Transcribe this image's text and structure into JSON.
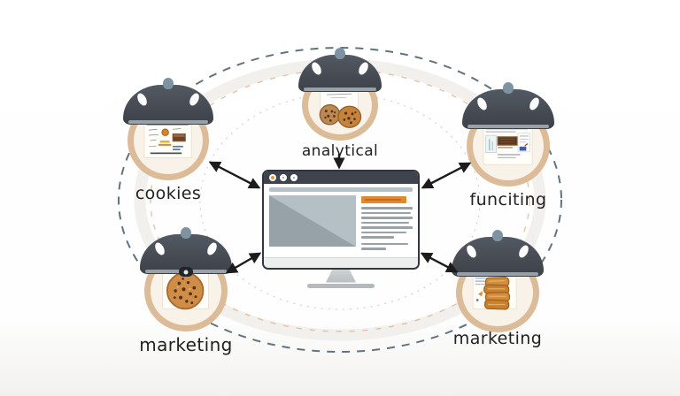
{
  "diagram": {
    "type": "hub-and-spoke cookie illustration",
    "center": {
      "name": "desktop-monitor-with-browser-page"
    },
    "nodes": [
      {
        "position": "top",
        "label": "analytical",
        "icon": "two-cookies-document"
      },
      {
        "position": "left",
        "label": "cookies",
        "icon": "cookie-infographic-document"
      },
      {
        "position": "right",
        "label": "funciting",
        "icon": "chocolate-bar-document"
      },
      {
        "position": "bottom-left",
        "label": "marketing",
        "icon": "chocolate-chip-cookie-document"
      },
      {
        "position": "bottom-right",
        "label": "marketing",
        "icon": "waffle-stack-document"
      }
    ],
    "colors": {
      "ring_tan": "#dcbb99",
      "circle_background": "#f9f2e9",
      "cap_dark": "#42474f",
      "cap_pom": "#7e93a1",
      "outer_dashed_ring": "#62737f",
      "inner_tan_dashed_ring": "#d9b38c",
      "red_tag": "#c43a2e",
      "accent_orange": "#e08a2f",
      "browser_bar": "#3f444c",
      "screen_panel": "#97a2a8",
      "arrow": "#1c1c1c",
      "cookie_brown": "#cf8d47",
      "waffle_gold": "#d28c3b"
    }
  }
}
